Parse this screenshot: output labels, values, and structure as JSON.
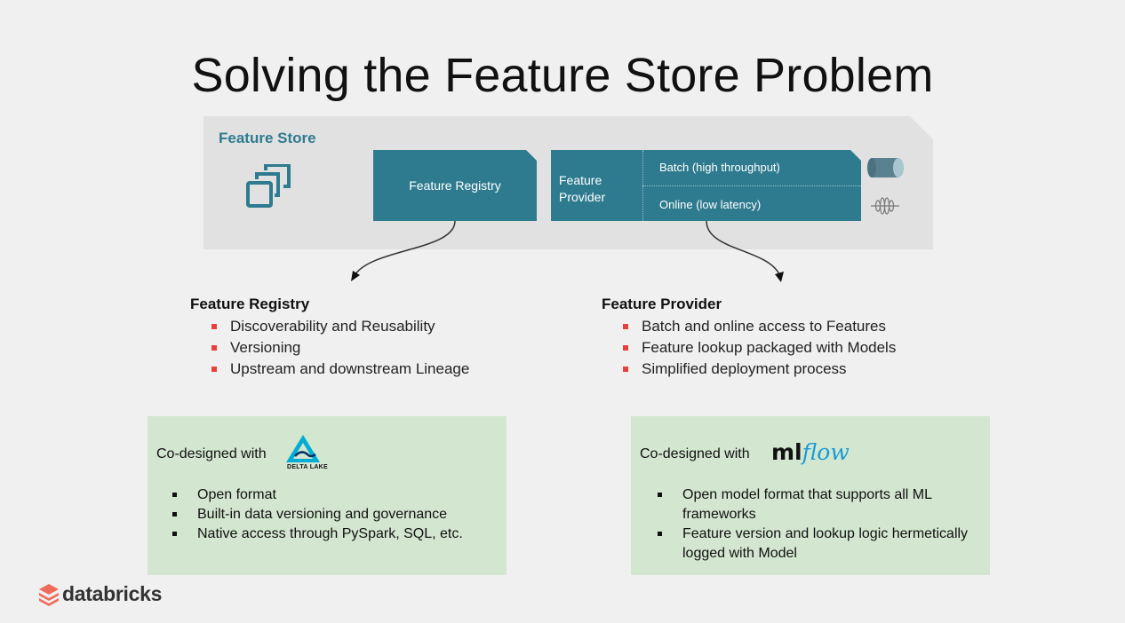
{
  "title": "Solving the Feature Store Problem",
  "feature_store": {
    "label": "Feature Store",
    "registry_box": "Feature Registry",
    "provider_box": "Feature Provider",
    "batch": "Batch (high throughput)",
    "online": "Online (low latency)"
  },
  "registry_section": {
    "heading": "Feature Registry",
    "items": [
      "Discoverability and Reusability",
      "Versioning",
      "Upstream and downstream Lineage"
    ]
  },
  "provider_section": {
    "heading": "Feature Provider",
    "items": [
      "Batch and online access to Features",
      "Feature lookup packaged with Models",
      "Simplified deployment process"
    ]
  },
  "delta_box": {
    "codesigned": "Co-designed with",
    "logo_text": "DELTA LAKE",
    "items": [
      "Open format",
      "Built-in data versioning and governance",
      "Native access through PySpark, SQL, etc."
    ]
  },
  "mlflow_box": {
    "codesigned": "Co-designed with",
    "logo_ml": "ml",
    "logo_flow": "flow",
    "items": [
      "Open model format that supports all ML frameworks",
      "Feature version and lookup logic hermetically logged with Model"
    ]
  },
  "brand": {
    "name": "databricks"
  },
  "colors": {
    "teal": "#2e7b8f",
    "accent_red": "#e8403b",
    "green_box": "#d3e6cf",
    "panel": "#e1e1e1"
  }
}
